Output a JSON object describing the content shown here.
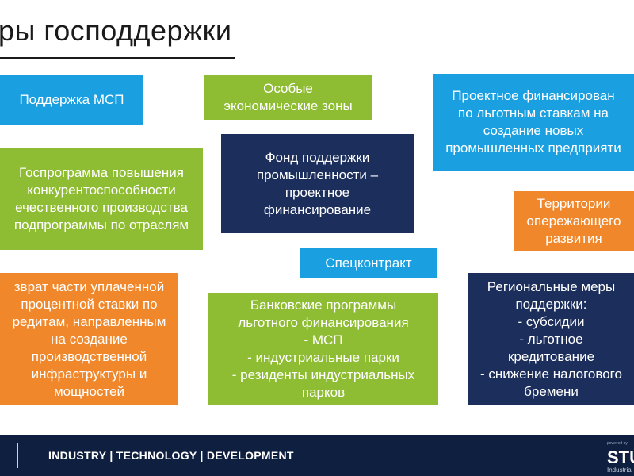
{
  "header": {
    "title": "ры господдержки"
  },
  "boxes": {
    "msp_support": "Поддержка МСП",
    "special_zones": "Особые\nэкономические зоны",
    "project_financing": "Проектное финансирован\nпо льготным ставкам на\nсоздание новых\nпромышленных предприяти",
    "state_program": "Госпрограмма повышения\nконкурентоспособности\nечественного производства\nподпрограммы по отраслям",
    "industry_fund": "Фонд поддержки\nпромышленности –\nпроектное\nфинансирование",
    "advanced_territories": "Территории\nопережающего\nразвития",
    "special_contract": "Спецконтракт",
    "interest_refund": "зврат части уплаченной\nпроцентной ставки по\nредитам, направленным\nна создание\nпроизводственной\nинфраструктуры и\nмощностей",
    "bank_programs": "Банковские программы\nльготного финансирования\n- МСП\n- индустриальные парки\n- резиденты индустриальных\nпарков",
    "regional_measures": "Региональные меры\nподдержки:\n- субсидии\n- льготное\nкредитование\n- снижение налогового\nбремени"
  },
  "footer": {
    "tagline": "INDUSTRY  |  TECHNOLOGY  |  DEVELOPMENT",
    "brand": "STU",
    "brand_sub": "Industria",
    "brand_tiny": "powered by"
  },
  "colors": {
    "blue": "#1aa0e0",
    "green": "#8ebc32",
    "navy": "#1c2f5c",
    "orange": "#f0872a",
    "footer": "#0f1f3f"
  }
}
